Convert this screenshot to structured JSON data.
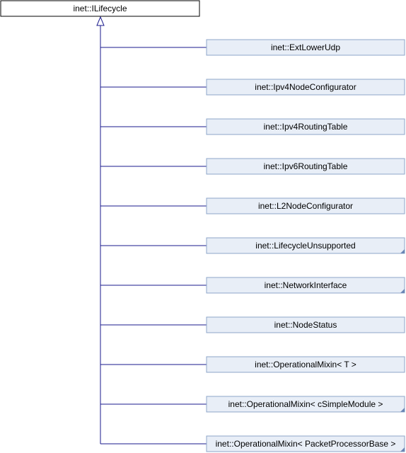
{
  "base_class": {
    "label": "inet::ILifecycle"
  },
  "derived_classes": [
    {
      "label": "inet::ExtLowerUdp",
      "has_more_marker": false
    },
    {
      "label": "inet::Ipv4NodeConfigurator",
      "has_more_marker": false
    },
    {
      "label": "inet::Ipv4RoutingTable",
      "has_more_marker": false
    },
    {
      "label": "inet::Ipv6RoutingTable",
      "has_more_marker": false
    },
    {
      "label": "inet::L2NodeConfigurator",
      "has_more_marker": false
    },
    {
      "label": "inet::LifecycleUnsupported",
      "has_more_marker": true
    },
    {
      "label": "inet::NetworkInterface",
      "has_more_marker": true
    },
    {
      "label": "inet::NodeStatus",
      "has_more_marker": false
    },
    {
      "label": "inet::OperationalMixin< T >",
      "has_more_marker": false
    },
    {
      "label": "inet::OperationalMixin< cSimpleModule >",
      "has_more_marker": true
    },
    {
      "label": "inet::OperationalMixin< PacketProcessorBase >",
      "has_more_marker": true
    }
  ],
  "colors": {
    "base_fill": "#ffffff",
    "base_border": "#000000",
    "derived_fill": "#e8eef7",
    "derived_border": "#8ea6c9",
    "edge": "#1a1a8c",
    "marker": "#6a86b5"
  }
}
